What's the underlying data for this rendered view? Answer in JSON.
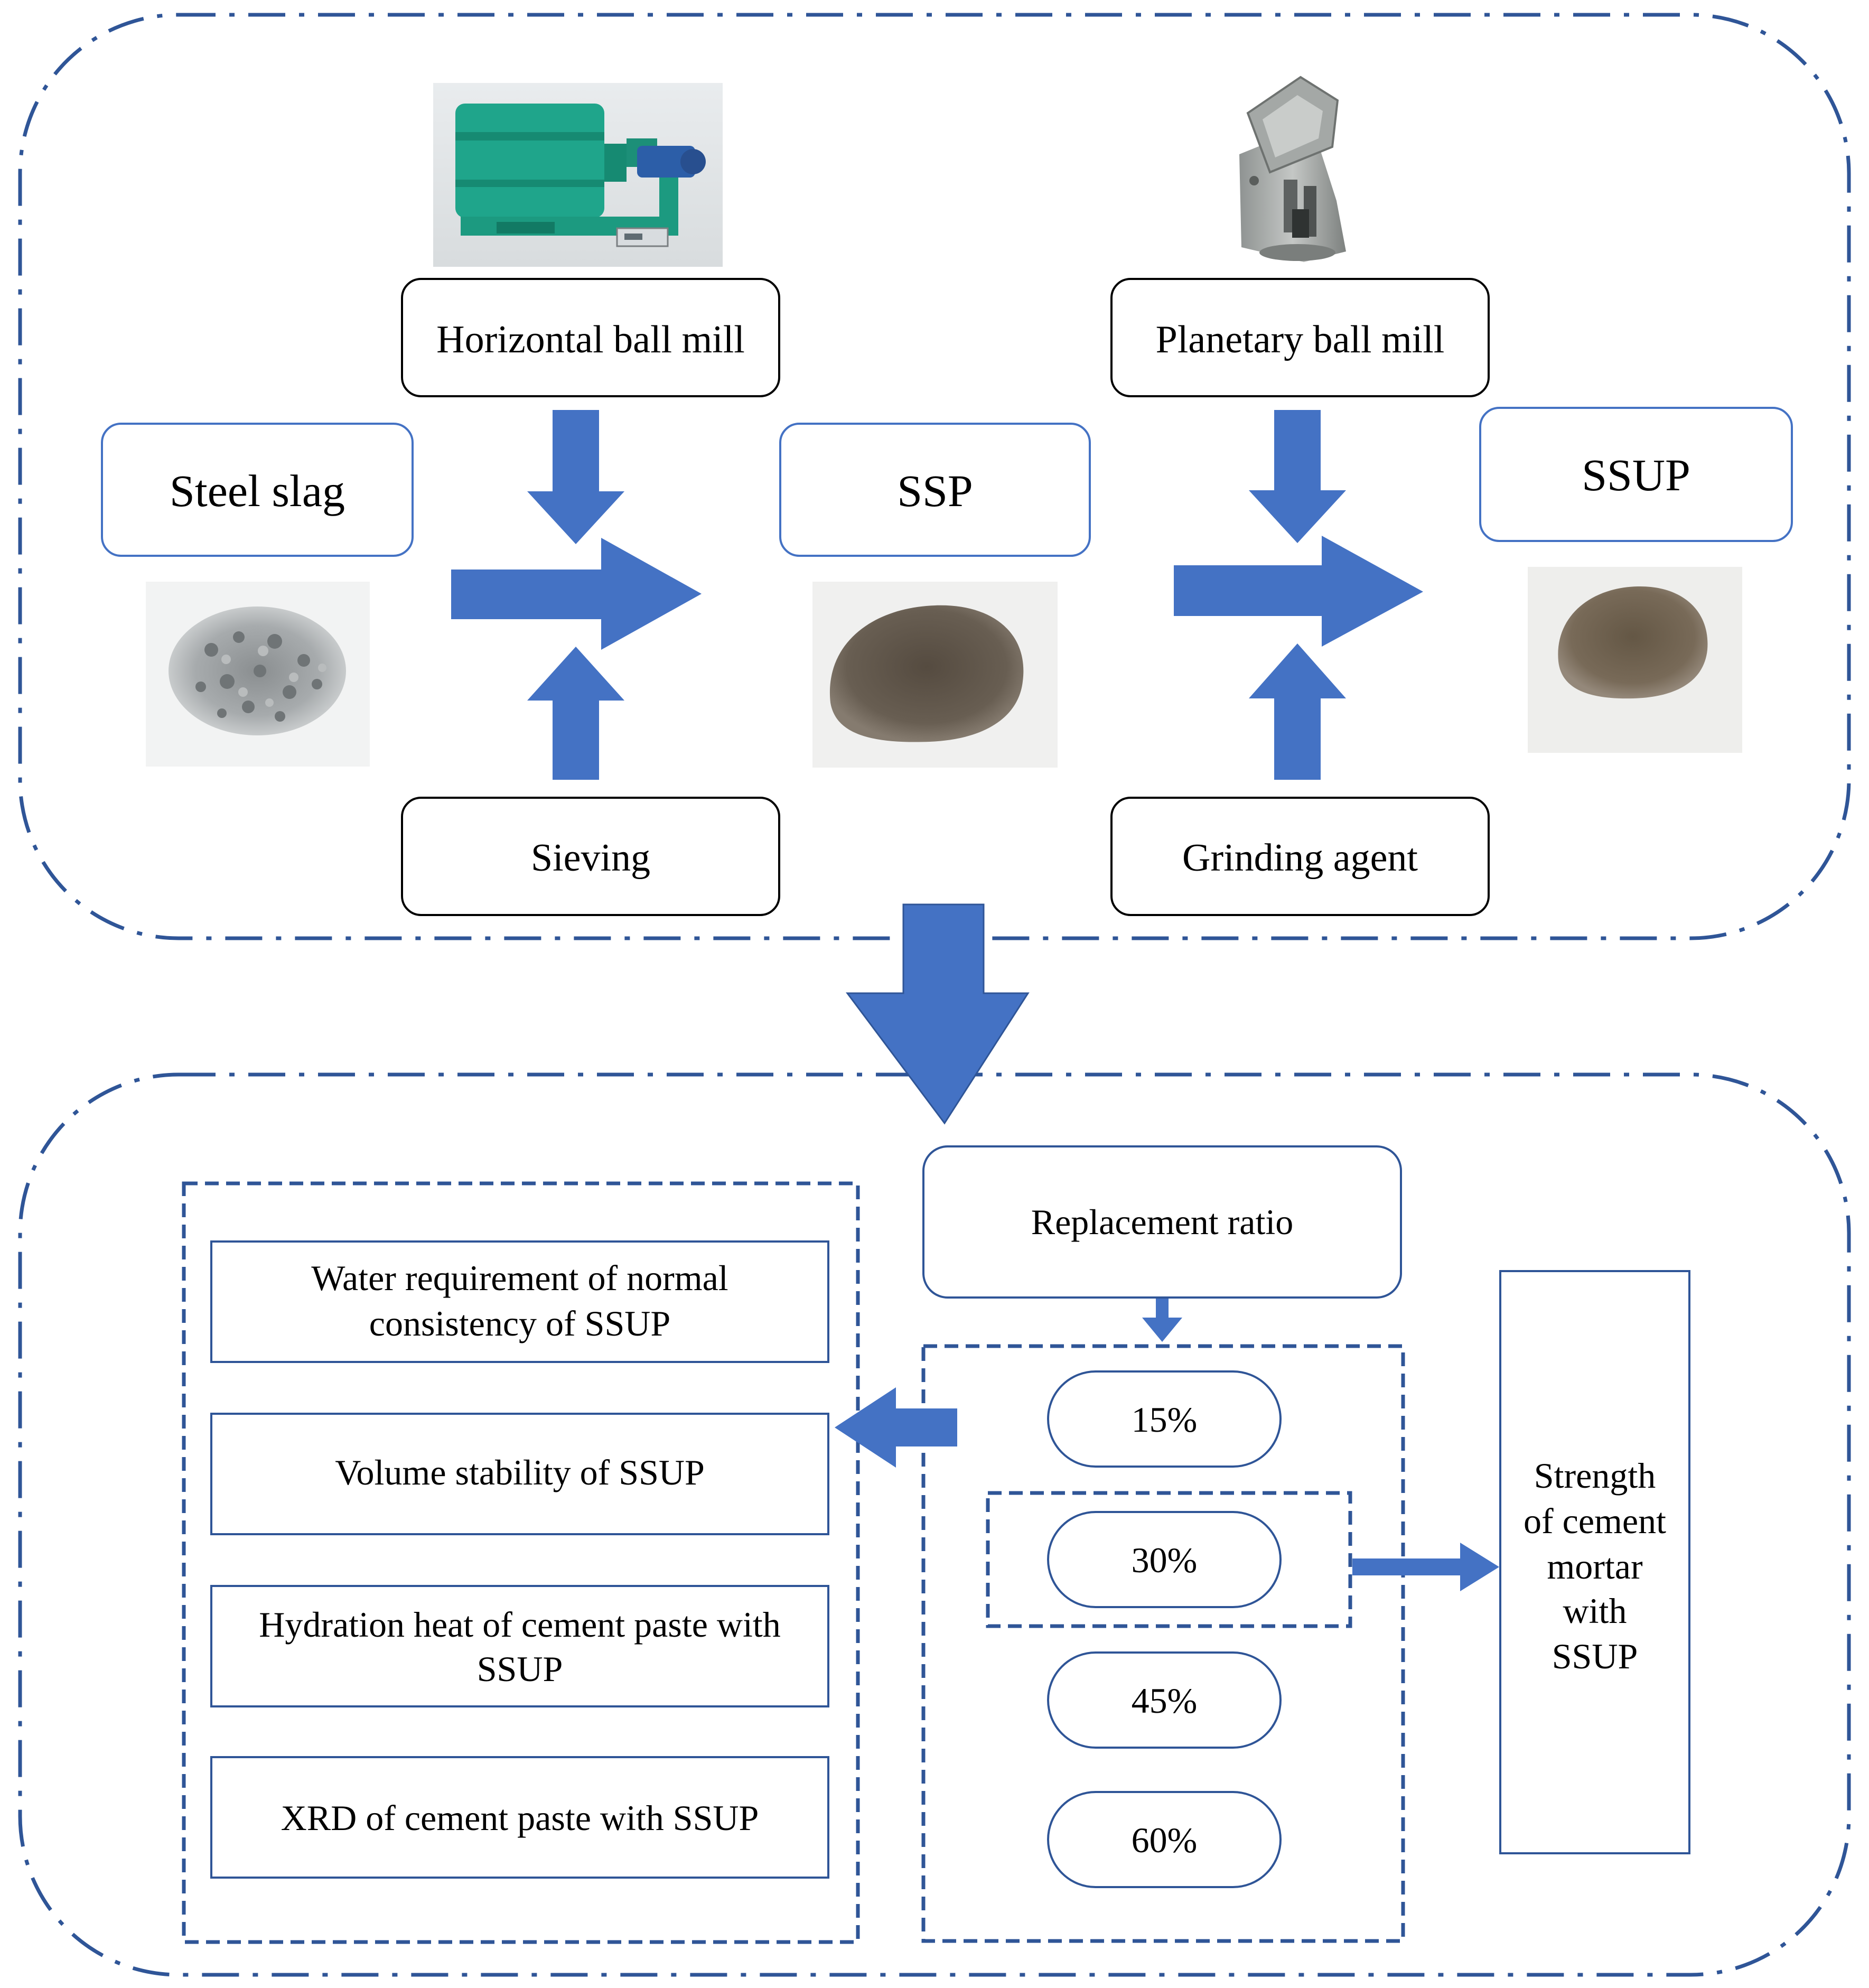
{
  "colors": {
    "accent_blue": "#4472c4",
    "dash_blue": "#2f5597",
    "box_border": "#000000",
    "pill_border": "#2f5597"
  },
  "stage1": {
    "steel_slag": "Steel slag",
    "horizontal_ball_mill": "Horizontal ball mill",
    "sieving": "Sieving",
    "ssp": "SSP",
    "planetary_ball_mill": "Planetary ball mill",
    "grinding_agent": "Grinding agent",
    "ssup": "SSUP"
  },
  "stage2": {
    "replacement_ratio": "Replacement ratio",
    "ratios": [
      "15%",
      "30%",
      "45%",
      "60%"
    ],
    "tests": [
      [
        "Water requirement of normal",
        "consistency of SSUP"
      ],
      [
        "Volume stability of SSUP"
      ],
      [
        "Hydration heat of cement paste with",
        "SSUP"
      ],
      [
        "XRD of cement paste with SSUP"
      ]
    ],
    "strength": [
      "Strength",
      "of cement",
      "mortar",
      "with",
      "SSUP"
    ]
  },
  "icons": {
    "horizontal_mill": "horizontal-ball-mill-photo",
    "planetary_mill": "planetary-ball-mill-photo",
    "steel_slag": "steel-slag-gravel-photo",
    "ssp_powder": "ssp-powder-pile-photo",
    "ssup_powder": "ssup-powder-pile-photo"
  }
}
